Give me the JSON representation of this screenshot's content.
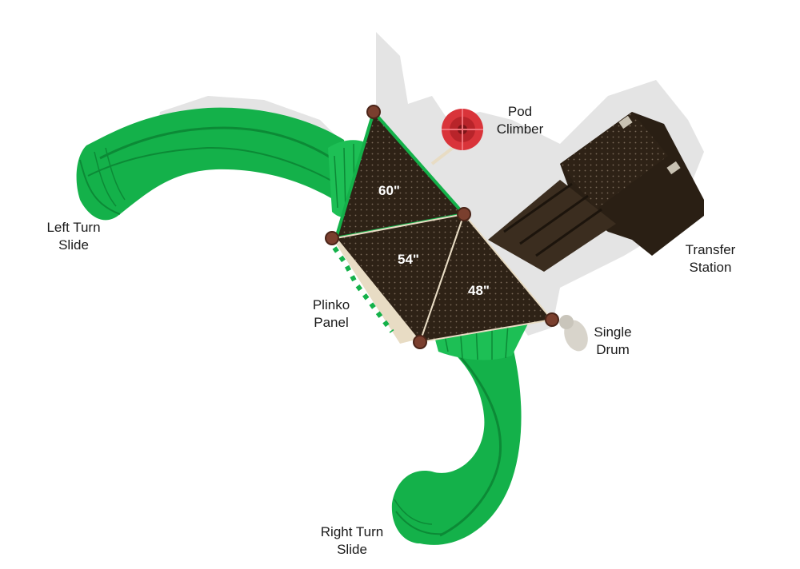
{
  "labels": {
    "pod_climber": "Pod\nClimber",
    "left_turn_slide": "Left Turn\nSlide",
    "transfer_station": "Transfer\nStation",
    "plinko_panel": "Plinko\nPanel",
    "single_drum": "Single\nDrum",
    "right_turn_slide": "Right Turn\nSlide"
  },
  "decks": {
    "deck_a": "60\"",
    "deck_b": "54\"",
    "deck_c": "48\""
  },
  "colors": {
    "slide_green": "#14b14a",
    "slide_dark": "#0c8a36",
    "deck_brown": "#2e2216",
    "post_brown": "#7a3f2e",
    "pod_red": "#d9343a",
    "panel_tan": "#e8dcc4",
    "shadow": "#e3e3e3"
  }
}
